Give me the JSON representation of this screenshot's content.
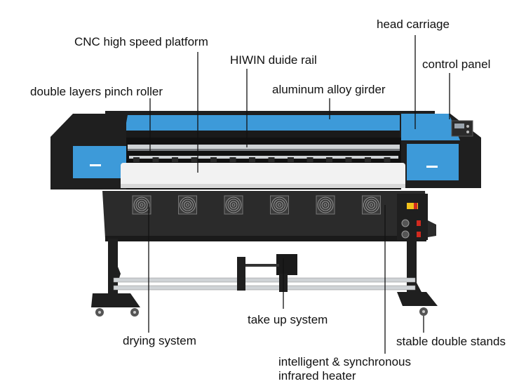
{
  "labels": {
    "head_carriage": "head carriage",
    "cnc_platform": "CNC high speed platform",
    "hiwin_rail": "HIWIN duide rail",
    "control_panel": "control panel",
    "pinch_roller": "double layers pinch roller",
    "aluminum_girder": "aluminum alloy girder",
    "take_up": "take up system",
    "drying": "drying system",
    "stable_stands": "stable double stands",
    "heater_line1": "intelligent & synchronous",
    "heater_line2": "infrared heater"
  },
  "colors": {
    "frame": "#1a1a1a",
    "body": "#2b2b2b",
    "panel_blue": "#3d9ad9",
    "media": "#f2f2f2",
    "chrome": "#cfd3d6",
    "leader_line": "#111111",
    "label_text": "#111111",
    "emergency_red": "#d12a1f",
    "warning_yellow": "#f2c21b"
  },
  "machine": {
    "fan_count": 6,
    "fan_icon": "fan-icon",
    "caster_icon": "caster-wheel-icon",
    "button_icon": "control-button-icon"
  }
}
